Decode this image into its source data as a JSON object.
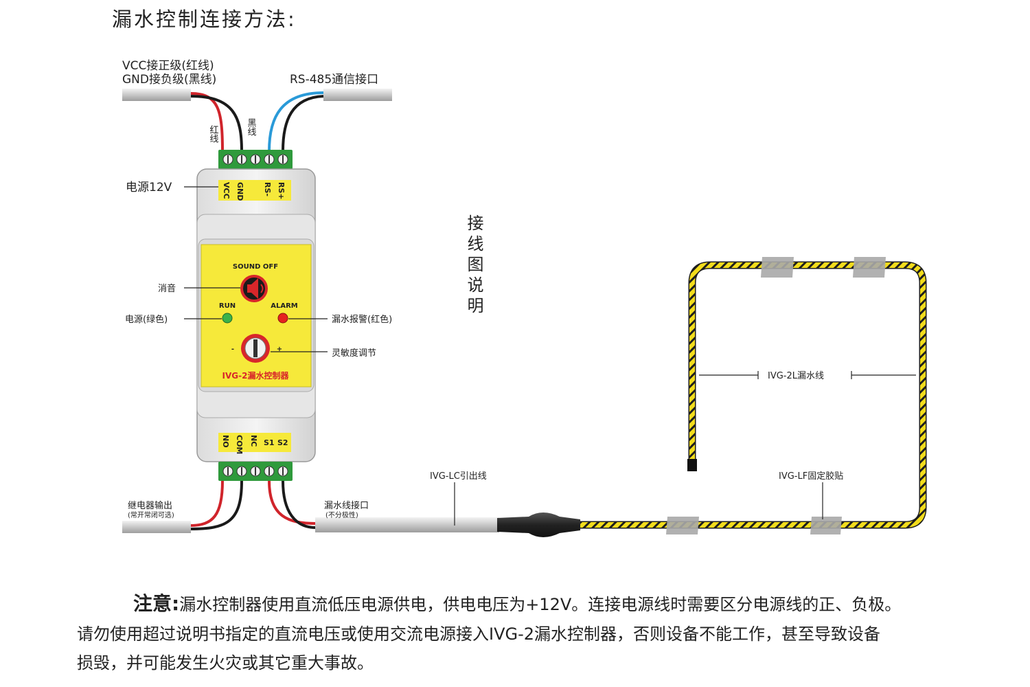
{
  "title": "漏水控制连接方法:",
  "labels": {
    "power_wires_line1": "VCC接正级(红线)",
    "power_wires_line2": "GND接负级(黑线)",
    "rs485": "RS-485通信接口",
    "red_wire": "红线",
    "black_wire": "黑线",
    "power_12v": "电源12V",
    "mute": "消音",
    "power_led": "电源(绿色)",
    "alarm_led": "漏水报警(红色)",
    "sensitivity": "灵敏度调节",
    "relay_output": "继电器输出",
    "relay_note": "(常开常闭可选)",
    "cable_port": "漏水线接口",
    "cable_port_note": "(不分极性)",
    "lead_wire": "IVG-LC引出线",
    "sensing_cable": "IVG-2L漏水线",
    "fix_tape": "IVG-LF固定胶贴",
    "wiring_desc": "接线图说明"
  },
  "device": {
    "top_pins": [
      "VCC",
      "GND",
      "RS-",
      "RS+"
    ],
    "bottom_pins": [
      "NO",
      "COM",
      "NC",
      "S1",
      "S2"
    ],
    "sound_off": "SOUND OFF",
    "run": "RUN",
    "alarm": "ALARM",
    "minus": "-",
    "plus": "+",
    "model": "IVG-2漏水控制器"
  },
  "notice": {
    "heading": "注意:",
    "line1": "漏水控制器使用直流低压电源供电，供电电压为+12V。连接电源线时需要区分电源线的正、负极。",
    "line2": "请勿使用超过说明书指定的直流电压或使用交流电源接入IVG-2漏水控制器，否则设备不能工作，甚至导致设备",
    "line3": "损毁，并可能发生火灾或其它重大事故。"
  },
  "colors": {
    "panel_yellow": "#f6e93a",
    "terminal_green": "#2f9a3c",
    "wire_red": "#d0242b",
    "wire_blue": "#2a9ad8",
    "led_green": "#3bb24a",
    "led_red": "#e5231f",
    "cable_yellow": "#f2dc1c"
  }
}
